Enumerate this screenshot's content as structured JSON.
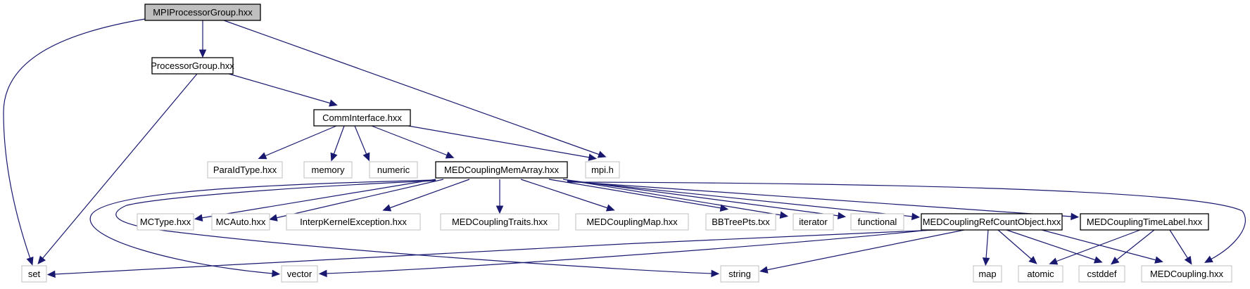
{
  "diagram": {
    "type": "include-dependency-graph",
    "edge_color": "#191970",
    "nodes": [
      {
        "id": "mpiprocgroup",
        "label": "MPIProcessorGroup.hxx",
        "style": "root",
        "fill": "#bfbfbf",
        "border": "#000000"
      },
      {
        "id": "procgroup",
        "label": "ProcessorGroup.hxx",
        "style": "documented",
        "fill": "#ffffff",
        "border": "#000000"
      },
      {
        "id": "comminterface",
        "label": "CommInterface.hxx",
        "style": "documented",
        "fill": "#ffffff",
        "border": "#000000"
      },
      {
        "id": "paraldtype",
        "label": "ParaIdType.hxx",
        "style": "external",
        "fill": "#ffffff",
        "border": "#bfbfbf"
      },
      {
        "id": "memory",
        "label": "memory",
        "style": "external",
        "fill": "#ffffff",
        "border": "#bfbfbf"
      },
      {
        "id": "numeric",
        "label": "numeric",
        "style": "external",
        "fill": "#ffffff",
        "border": "#bfbfbf"
      },
      {
        "id": "memarray",
        "label": "MEDCouplingMemArray.hxx",
        "style": "documented",
        "fill": "#ffffff",
        "border": "#000000"
      },
      {
        "id": "mpih",
        "label": "mpi.h",
        "style": "external",
        "fill": "#ffffff",
        "border": "#bfbfbf"
      },
      {
        "id": "mctype",
        "label": "MCType.hxx",
        "style": "external",
        "fill": "#ffffff",
        "border": "#bfbfbf"
      },
      {
        "id": "mcauto",
        "label": "MCAuto.hxx",
        "style": "external",
        "fill": "#ffffff",
        "border": "#bfbfbf"
      },
      {
        "id": "interpexc",
        "label": "InterpKernelException.hxx",
        "style": "external",
        "fill": "#ffffff",
        "border": "#bfbfbf"
      },
      {
        "id": "traits",
        "label": "MEDCouplingTraits.hxx",
        "style": "external",
        "fill": "#ffffff",
        "border": "#bfbfbf"
      },
      {
        "id": "map_hxx",
        "label": "MEDCouplingMap.hxx",
        "style": "external",
        "fill": "#ffffff",
        "border": "#bfbfbf"
      },
      {
        "id": "bbtree",
        "label": "BBTreePts.txx",
        "style": "external",
        "fill": "#ffffff",
        "border": "#bfbfbf"
      },
      {
        "id": "iterator",
        "label": "iterator",
        "style": "external",
        "fill": "#ffffff",
        "border": "#bfbfbf"
      },
      {
        "id": "functional",
        "label": "functional",
        "style": "external",
        "fill": "#ffffff",
        "border": "#bfbfbf"
      },
      {
        "id": "refcount",
        "label": "MEDCouplingRefCountObject.hxx",
        "style": "documented",
        "fill": "#ffffff",
        "border": "#000000"
      },
      {
        "id": "timelabel",
        "label": "MEDCouplingTimeLabel.hxx",
        "style": "documented",
        "fill": "#ffffff",
        "border": "#000000"
      },
      {
        "id": "set",
        "label": "set",
        "style": "external",
        "fill": "#ffffff",
        "border": "#bfbfbf"
      },
      {
        "id": "vector",
        "label": "vector",
        "style": "external",
        "fill": "#ffffff",
        "border": "#bfbfbf"
      },
      {
        "id": "string",
        "label": "string",
        "style": "external",
        "fill": "#ffffff",
        "border": "#bfbfbf"
      },
      {
        "id": "map",
        "label": "map",
        "style": "external",
        "fill": "#ffffff",
        "border": "#bfbfbf"
      },
      {
        "id": "atomic",
        "label": "atomic",
        "style": "external",
        "fill": "#ffffff",
        "border": "#bfbfbf"
      },
      {
        "id": "cstddef",
        "label": "cstddef",
        "style": "external",
        "fill": "#ffffff",
        "border": "#bfbfbf"
      },
      {
        "id": "medcoupling",
        "label": "MEDCoupling.hxx",
        "style": "external",
        "fill": "#ffffff",
        "border": "#bfbfbf"
      }
    ],
    "edges": [
      [
        "mpiprocgroup",
        "procgroup"
      ],
      [
        "mpiprocgroup",
        "set"
      ],
      [
        "mpiprocgroup",
        "mpih"
      ],
      [
        "procgroup",
        "set"
      ],
      [
        "procgroup",
        "comminterface"
      ],
      [
        "comminterface",
        "paraldtype"
      ],
      [
        "comminterface",
        "memory"
      ],
      [
        "comminterface",
        "numeric"
      ],
      [
        "comminterface",
        "memarray"
      ],
      [
        "comminterface",
        "mpih"
      ],
      [
        "memarray",
        "mctype"
      ],
      [
        "memarray",
        "mcauto"
      ],
      [
        "memarray",
        "interpexc"
      ],
      [
        "memarray",
        "traits"
      ],
      [
        "memarray",
        "map_hxx"
      ],
      [
        "memarray",
        "bbtree"
      ],
      [
        "memarray",
        "iterator"
      ],
      [
        "memarray",
        "functional"
      ],
      [
        "memarray",
        "refcount"
      ],
      [
        "memarray",
        "timelabel"
      ],
      [
        "memarray",
        "vector"
      ],
      [
        "memarray",
        "string"
      ],
      [
        "memarray",
        "medcoupling"
      ],
      [
        "refcount",
        "set"
      ],
      [
        "refcount",
        "vector"
      ],
      [
        "refcount",
        "string"
      ],
      [
        "refcount",
        "map"
      ],
      [
        "refcount",
        "atomic"
      ],
      [
        "refcount",
        "cstddef"
      ],
      [
        "refcount",
        "medcoupling"
      ],
      [
        "timelabel",
        "atomic"
      ],
      [
        "timelabel",
        "cstddef"
      ],
      [
        "timelabel",
        "medcoupling"
      ]
    ]
  }
}
